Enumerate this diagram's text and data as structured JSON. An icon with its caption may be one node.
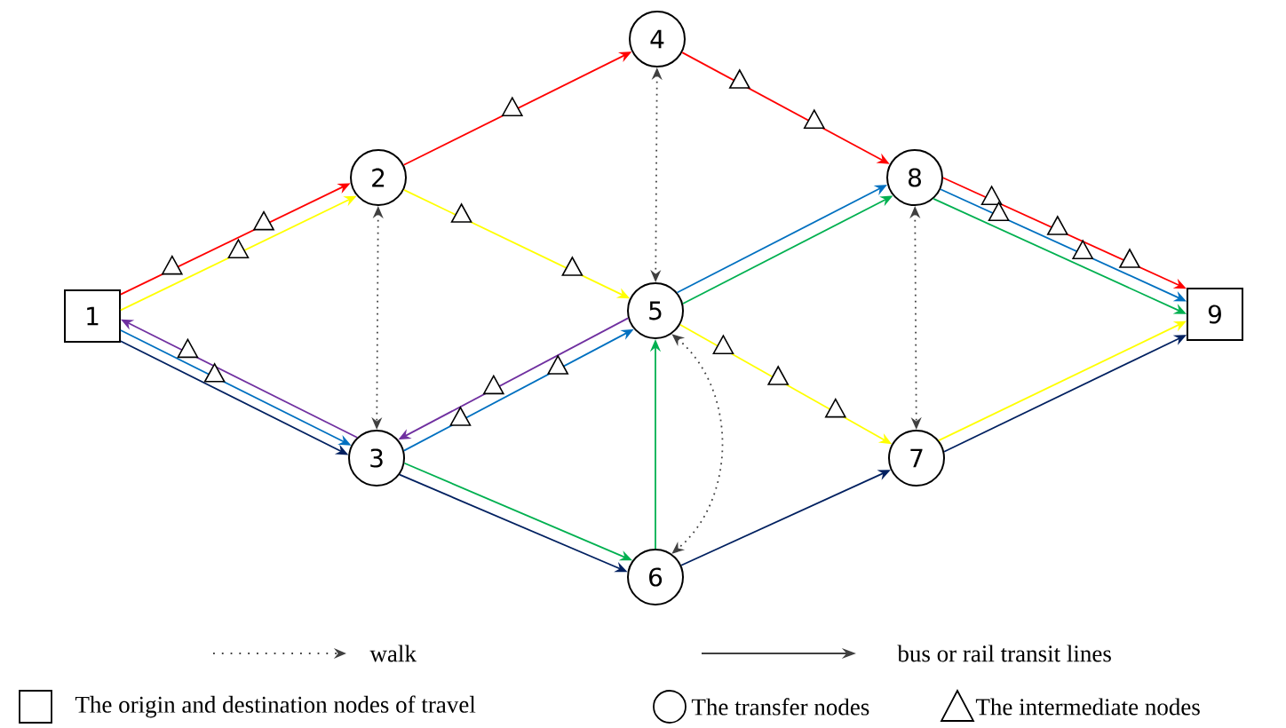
{
  "diagram": {
    "nodes": [
      {
        "text": [
          "1"
        ]
      },
      {
        "text": [
          "2"
        ]
      },
      {
        "text": [
          "3"
        ]
      },
      {
        "text": [
          "4"
        ]
      },
      {
        "text": [
          "5"
        ]
      },
      {
        "text": [
          "6"
        ]
      },
      {
        "text": [
          "7"
        ]
      },
      {
        "text": [
          "8"
        ]
      },
      {
        "text": [
          "9"
        ]
      }
    ],
    "edges": [
      {
        "from": 0,
        "to": 1,
        "arrow": "to",
        "color": "#ff0000"
      },
      {
        "from": 0,
        "to": 1,
        "arrow": "to",
        "color": "#ffff00"
      },
      {
        "from": 1,
        "to": 3,
        "arrow": "to",
        "color": "#ff0000"
      },
      {
        "from": 3,
        "to": 7,
        "arrow": "to",
        "color": "#ff0000"
      },
      {
        "from": 7,
        "to": 8,
        "arrow": "to",
        "color": "#ff0000"
      },
      {
        "from": 1,
        "to": 4,
        "arrow": "to",
        "color": "#ffff00"
      },
      {
        "from": 4,
        "to": 6,
        "arrow": "to",
        "color": "#ffff00"
      },
      {
        "from": 6,
        "to": 8,
        "arrow": "to",
        "color": "#ffff00"
      },
      {
        "from": 0,
        "to": 2,
        "arrow": "to",
        "color": "#0070c0"
      },
      {
        "from": 2,
        "to": 4,
        "arrow": "to",
        "color": "#0070c0"
      },
      {
        "from": 4,
        "to": 7,
        "arrow": "to",
        "color": "#0070c0"
      },
      {
        "from": 7,
        "to": 8,
        "arrow": "to",
        "color": "#0070c0"
      },
      {
        "from": 4,
        "to": 2,
        "arrow": "to",
        "color": "#7030a0"
      },
      {
        "from": 2,
        "to": 0,
        "arrow": "to",
        "color": "#7030a0"
      },
      {
        "from": 0,
        "to": 2,
        "arrow": "to",
        "color": "#002060"
      },
      {
        "from": 2,
        "to": 5,
        "arrow": "to",
        "color": "#002060"
      },
      {
        "from": 5,
        "to": 6,
        "arrow": "to",
        "color": "#002060"
      },
      {
        "from": 6,
        "to": 8,
        "arrow": "to",
        "color": "#002060"
      },
      {
        "from": 2,
        "to": 5,
        "arrow": "to",
        "color": "#00b050"
      },
      {
        "from": 5,
        "to": 4,
        "arrow": "to",
        "color": "#00b050"
      },
      {
        "from": 4,
        "to": 7,
        "arrow": "to",
        "color": "#00b050"
      },
      {
        "from": 7,
        "to": 8,
        "arrow": "to",
        "color": "#00b050"
      },
      {
        "from": 1,
        "to": 2,
        "arrow": "both",
        "style": "dashed",
        "color": "#404040"
      },
      {
        "from": 3,
        "to": 4,
        "arrow": "both",
        "style": "dashed",
        "color": "#404040"
      },
      {
        "from": 7,
        "to": 6,
        "arrow": "both",
        "style": "dashed",
        "color": "#404040"
      },
      {
        "from": 4,
        "to": 5,
        "arrow": "both",
        "style": "dashed",
        "color": "#404040"
      }
    ],
    "legend": [
      {
        "text": "walk"
      },
      {
        "text": "bus or rail transit lines"
      },
      {
        "text": "The origin and destination nodes of travel"
      },
      {
        "text": "The transfer nodes"
      },
      {
        "text": "The intermediate nodes"
      }
    ]
  }
}
